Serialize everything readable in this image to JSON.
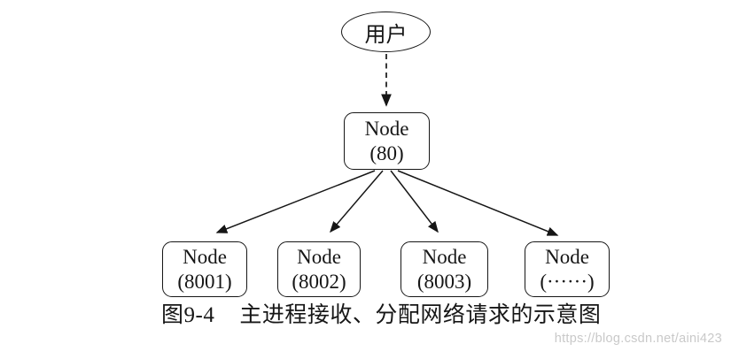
{
  "diagram": {
    "user_label": "用户",
    "root": {
      "line1": "Node",
      "line2": "(80)"
    },
    "children": [
      {
        "line1": "Node",
        "line2": "(8001)"
      },
      {
        "line1": "Node",
        "line2": "(8002)"
      },
      {
        "line1": "Node",
        "line2": "(8003)"
      },
      {
        "line1": "Node",
        "line2": "(······)"
      }
    ]
  },
  "caption": {
    "number": "图9-4",
    "text": "主进程接收、分配网络请求的示意图"
  },
  "watermark": "https://blog.csdn.net/aini423",
  "colors": {
    "stroke": "#161616",
    "background": "#ffffff",
    "watermark": "#c9c9c9"
  }
}
